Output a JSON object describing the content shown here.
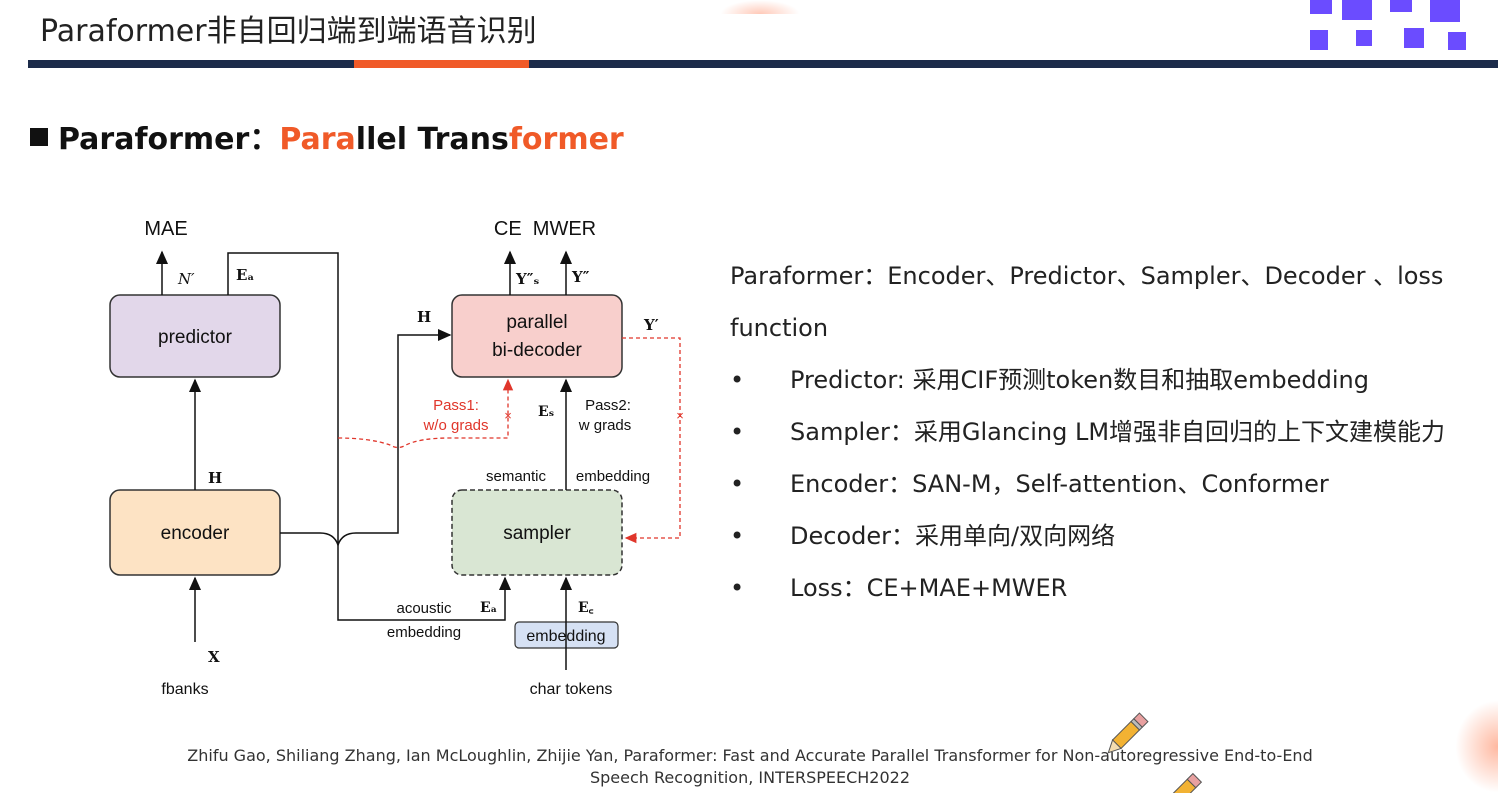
{
  "slide": {
    "title": "Paraformer非自回归端到端语音识别",
    "heading_parts": [
      "Paraformer：",
      "Para",
      "llel Trans",
      "former"
    ]
  },
  "diagram": {
    "losses_left": "MAE",
    "losses_right": "CE  MWER",
    "predictor": "predictor",
    "decoder_line1": "parallel",
    "decoder_line2": "bi-decoder",
    "encoder": "encoder",
    "sampler": "sampler",
    "embedding": "embedding",
    "label_N": "N′",
    "label_Ea_top": "Eₐ",
    "label_H_top": "H",
    "label_H_mid": "H",
    "label_Ys": "Y″ₛ",
    "label_Y2": "Y″",
    "label_Y1": "Y′",
    "pass1_line1": "Pass1:",
    "pass1_line2": "w/o grads",
    "pass2_line1": "Pass2:",
    "pass2_line2": "w grads",
    "label_Es": "Eₛ",
    "semantic": "semantic",
    "semantic_embedding": "embedding",
    "acoustic": "acoustic",
    "acoustic_embedding": "embedding",
    "label_Ea_bottom": "Eₐ",
    "label_Ec": "E꜀",
    "label_X": "X",
    "fbanks": "fbanks",
    "char_tokens": "char tokens",
    "cross_mark": "×"
  },
  "description": {
    "intro": "Paraformer：Encoder、Predictor、Sampler、Decoder 、loss function",
    "bullet_char": "•",
    "bullets": [
      "Predictor: 采用CIF预测token数目和抽取embedding",
      "Sampler：采用Glancing LM增强非自回归的上下文建模能力",
      "Encoder：SAN-M，Self-attention、Conformer",
      "Decoder：采用单向/双向网络",
      "Loss：CE+MAE+MWER"
    ]
  },
  "citation": {
    "line1": "Zhifu Gao, Shiliang Zhang, Ian McLoughlin, Zhijie Yan, Paraformer: Fast and Accurate Parallel Transformer for Non-autoregressive End-to-End",
    "line2": "Speech Recognition, INTERSPEECH2022"
  },
  "colors": {
    "accent": "#f05a28",
    "bar": "#1c2b4a",
    "predictor_fill": "#e2d7ea",
    "decoder_fill": "#f8cfcc",
    "encoder_fill": "#fde3c4",
    "sampler_fill": "#d9e6d3",
    "embedding_fill": "#d6e1f4",
    "dashed_red": "#e0362b"
  }
}
